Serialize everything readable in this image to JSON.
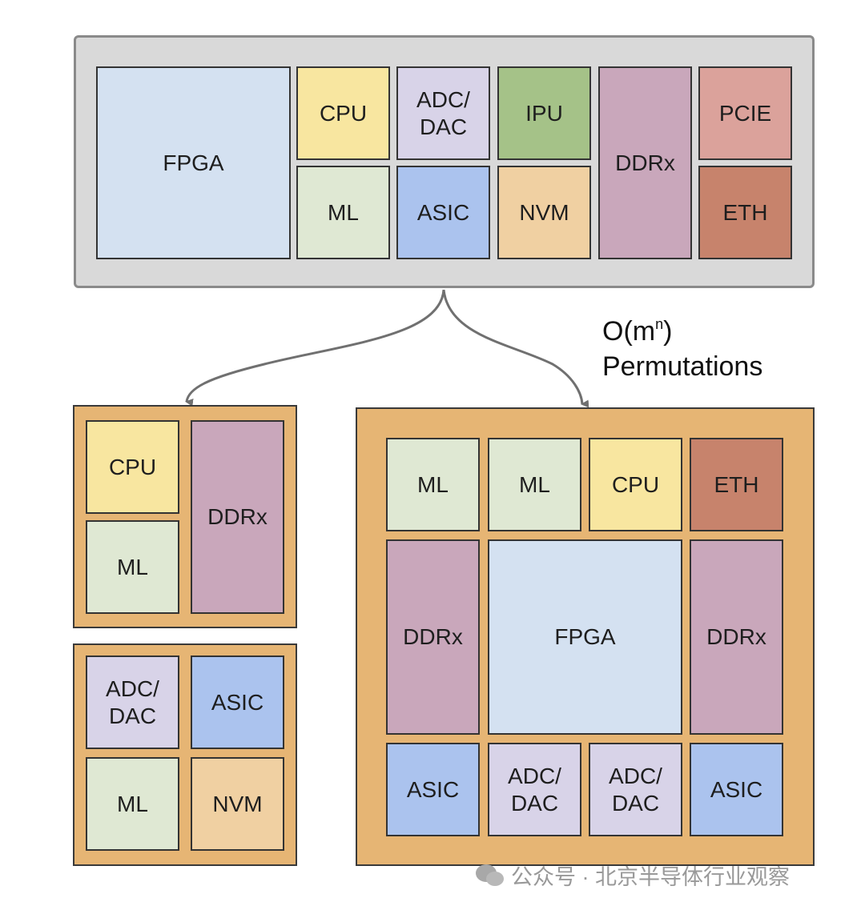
{
  "colors": {
    "FPGA": "#d4e1f1",
    "CPU": "#f8e6a0",
    "ADC/DAC": "#d8d3e8",
    "IPU": "#a5c288",
    "DDRx": "#c9a7bb",
    "PCIE": "#dba29b",
    "ML": "#dfe8d3",
    "ASIC": "#abc3ee",
    "NVM": "#f0d0a2",
    "ETH": "#c7836c",
    "library_bg": "#d9d9d9",
    "package_bg": "#e6b574",
    "arrow": "#707070"
  },
  "library": {
    "blocks": [
      "FPGA",
      "CPU",
      "ADC/\nDAC",
      "IPU",
      "DDRx",
      "PCIE",
      "ML",
      "ASIC",
      "NVM",
      "ETH"
    ]
  },
  "annotation": {
    "line1_prefix": "O(m",
    "line1_sup": "n",
    "line1_suffix": ")",
    "line2": "Permutations"
  },
  "package_a": {
    "blocks": [
      "CPU",
      "ML",
      "DDRx"
    ]
  },
  "package_b": {
    "blocks": [
      "ADC/\nDAC",
      "ASIC",
      "ML",
      "NVM"
    ]
  },
  "package_c": {
    "blocks": [
      "ML",
      "ML",
      "CPU",
      "ETH",
      "DDRx",
      "FPGA",
      "DDRx",
      "ASIC",
      "ADC/\nDAC",
      "ADC/\nDAC",
      "ASIC"
    ]
  },
  "watermark": {
    "text": "公众号 · 北京半导体行业观察"
  }
}
